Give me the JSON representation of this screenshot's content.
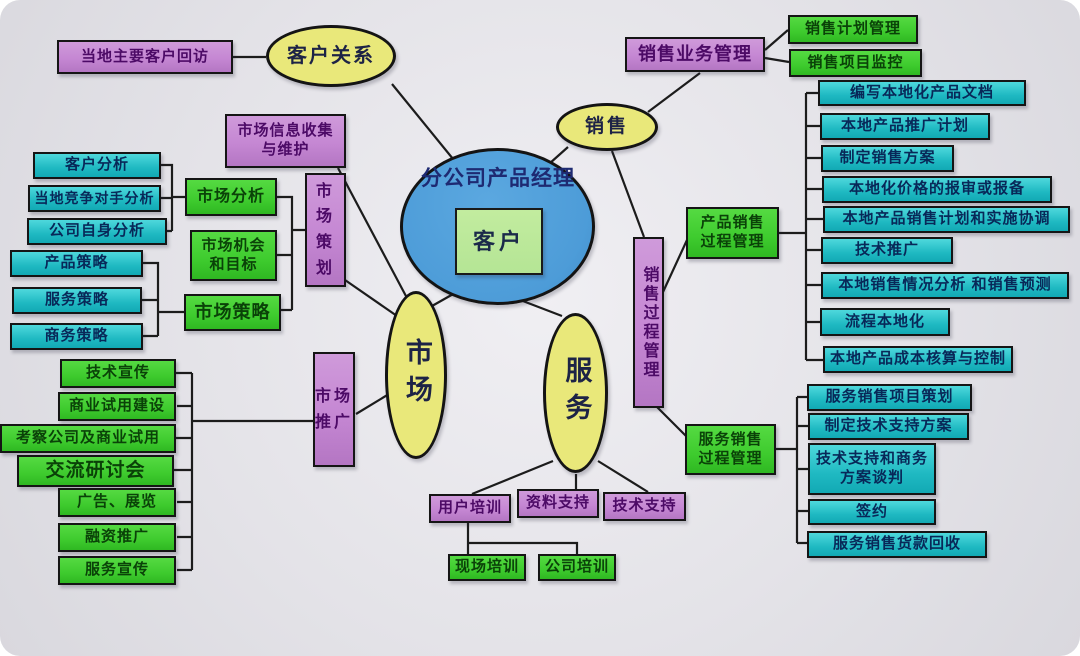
{
  "diagram_type": "mind-map",
  "palette": {
    "purple": "#c587d3",
    "green": "#3ecb2e",
    "cyan": "#1fb9c2",
    "yellow": "#e9e87a",
    "blue": "#4d9cd8",
    "inner_green": "#b5e595",
    "line": "#1c1c1c"
  },
  "nodes": {
    "center_title": {
      "label": "分公司产品经理"
    },
    "center_customer": {
      "label": "客户"
    },
    "customer_relations": {
      "label": "客户关系"
    },
    "local_customer_visits": {
      "label": "当地主要客户回访"
    },
    "sales": {
      "label": "销售"
    },
    "sales_business_mgmt": {
      "label": "销售业务管理"
    },
    "sales_plan_mgmt": {
      "label": "销售计划管理"
    },
    "sales_project_monitoring": {
      "label": "销售项目监控"
    },
    "market_info_collection": {
      "label": "市场信息收集\n与维护"
    },
    "customer_analysis": {
      "label": "客户分析"
    },
    "local_competitor_analysis": {
      "label": "当地竞争对手分析"
    },
    "company_self_analysis": {
      "label": "公司自身分析"
    },
    "market_analysis": {
      "label": "市场分析"
    },
    "market_opportunity_goals": {
      "label": "市场机会\n和目标"
    },
    "market_strategy": {
      "label": "市场策略"
    },
    "product_strategy": {
      "label": "产品策略"
    },
    "service_strategy": {
      "label": "服务策略"
    },
    "business_strategy": {
      "label": "商务策略"
    },
    "market_planning": {
      "label": "市场\n策划"
    },
    "market": {
      "label": "市场"
    },
    "market_promotion": {
      "label": "市场\n推广"
    },
    "tech_publicity": {
      "label": "技术宣传"
    },
    "commercial_trial_construction": {
      "label": "商业试用建设"
    },
    "inspect_company_commercial_trial": {
      "label": "考察公司及商业试用"
    },
    "exchange_seminar": {
      "label": "交流研讨会"
    },
    "ads_exhibition": {
      "label": "广告、展览"
    },
    "financing_promotion": {
      "label": "融资推广"
    },
    "service_publicity": {
      "label": "服务宣传"
    },
    "service": {
      "label": "服务"
    },
    "sales_process_mgmt": {
      "label": "销售过程管理"
    },
    "product_sales_process_mgmt": {
      "label": "产品销售\n过程管理"
    },
    "service_sales_process_mgmt": {
      "label": "服务销售\n过程管理"
    },
    "write_localized_product_docs": {
      "label": "编写本地化产品文档"
    },
    "local_product_promotion_plan": {
      "label": "本地产品推广计划"
    },
    "make_sales_plan": {
      "label": "制定销售方案"
    },
    "localized_price_approval": {
      "label": "本地化价格的报审或报备"
    },
    "local_product_sales_plan_coordination": {
      "label": "本地产品销售计划和实施协调"
    },
    "tech_promotion": {
      "label": "技术推广"
    },
    "local_sales_analysis_forecast": {
      "label": "本地销售情况分析 和销售预测"
    },
    "process_localization": {
      "label": "流程本地化"
    },
    "local_product_cost_control": {
      "label": "本地产品成本核算与控制"
    },
    "service_sales_project_planning": {
      "label": "服务销售项目策划"
    },
    "make_tech_support_plan": {
      "label": "制定技术支持方案"
    },
    "tech_support_business_negotiation": {
      "label": "技术支持和商务\n方案谈判"
    },
    "sign_contract": {
      "label": "签约"
    },
    "service_sales_payment_collection": {
      "label": "服务销售货款回收"
    },
    "user_training": {
      "label": "用户培训"
    },
    "material_support": {
      "label": "资料支持"
    },
    "tech_support": {
      "label": "技术支持"
    },
    "onsite_training": {
      "label": "现场培训"
    },
    "company_training": {
      "label": "公司培训"
    }
  }
}
